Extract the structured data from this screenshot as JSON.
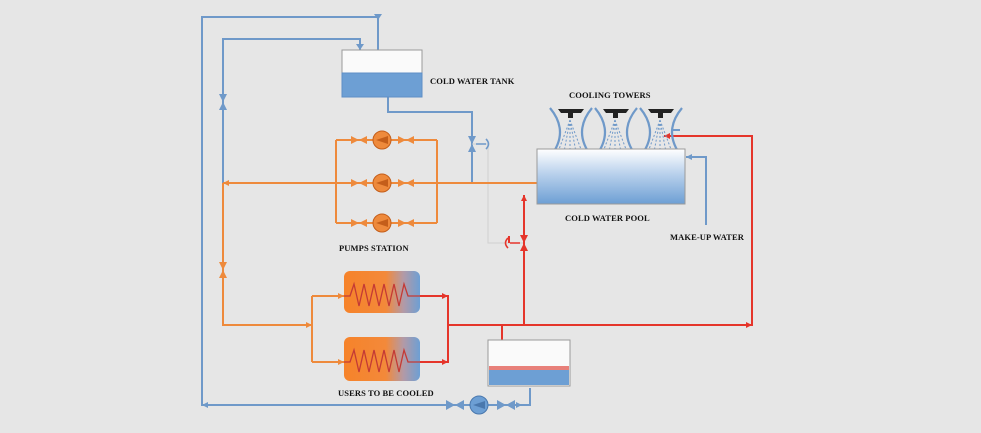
{
  "labels": {
    "cold_water_tank": "COLD WATER TANK",
    "cooling_towers": "COOLING TOWERS",
    "cold_water_pool": "COLD WATER POOL",
    "pumps_station": "PUMPS STATION",
    "make_up_water": "MAKE-UP WATER",
    "users_to_be_cooled": "USERS TO BE COOLED"
  },
  "colors": {
    "background": "#e6e6e6",
    "cold_line": "#6f99c9",
    "warm_line": "#ee8a3c",
    "hot_line": "#e5352b",
    "water_blue": "#6d9fd4",
    "hot_band": "#e8807a"
  },
  "icons": {
    "valve": "bowtie-valve-icon",
    "pump": "centrifugal-pump-icon",
    "nozzle": "spray-nozzle-icon",
    "exchanger_coil": "zigzag-coil-icon"
  }
}
